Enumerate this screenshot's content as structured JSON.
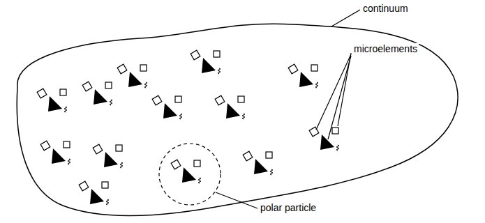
{
  "diagram": {
    "labels": [
      "continuum",
      "microelements",
      "polar particle"
    ]
  }
}
